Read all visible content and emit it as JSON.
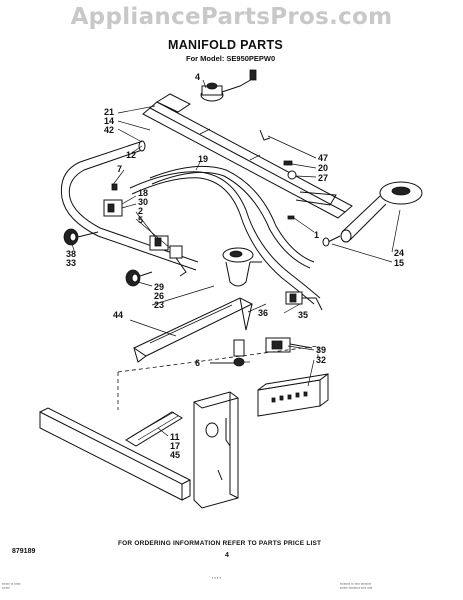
{
  "watermark": "AppliancePartsPros.com",
  "header": {
    "title": "MANIFOLD PARTS",
    "model": "For Model: SE950PEPW0"
  },
  "callouts": {
    "c4": "4",
    "c21": "21",
    "c14": "14",
    "c42": "42",
    "c12": "12",
    "c7": "7",
    "c19": "19",
    "c18": "18",
    "c30": "30",
    "c2": "2",
    "c5": "5",
    "c47": "47",
    "c20": "20",
    "c27": "27",
    "c1": "1",
    "c38": "38",
    "c33": "33",
    "c29": "29",
    "c26": "26",
    "c23": "23",
    "c44": "44",
    "c24": "24",
    "c15": "15",
    "c36": "36",
    "c35": "35",
    "c6": "6",
    "c39": "39",
    "c32": "32",
    "c11": "11",
    "c17": "17",
    "c45": "45"
  },
  "footer": {
    "ordering_note": "FOR ORDERING INFORMATION REFER TO PARTS PRICE LIST",
    "reference": "879189",
    "page_number": "4"
  }
}
